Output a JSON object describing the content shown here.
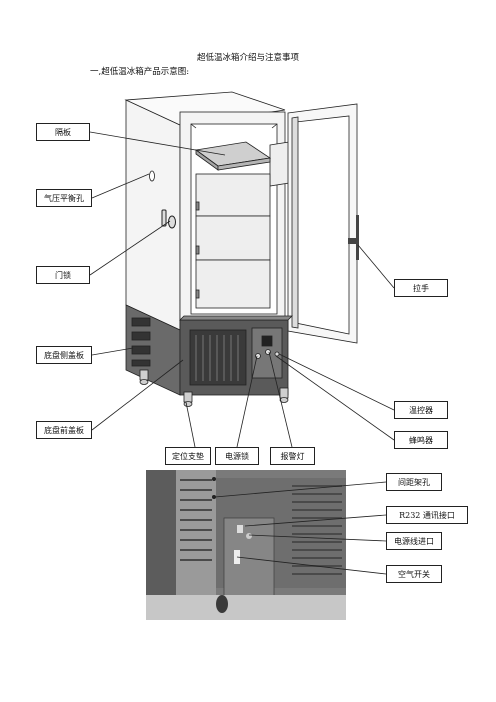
{
  "document": {
    "title": "超低温冰箱介绍与注意事项",
    "section_heading": "一,超低温冰箱产品示意图:"
  },
  "labels": {
    "shelf": "隔板",
    "pressure_hole": "气压平衡孔",
    "door_lock": "门锁",
    "base_side_cover": "底盘侧盖板",
    "base_front_cover": "底盘前盖板",
    "positioning_foot": "定位支垫",
    "power_lock": "电源锁",
    "alarm_light": "报警灯",
    "handle": "拉手",
    "temp_controller": "温控器",
    "buzzer": "蜂鸣器",
    "spacer_hole": "间距架孔",
    "rs232_port": "R232 通讯接口",
    "power_inlet": "电源线进口",
    "air_switch": "空气开关"
  },
  "colors": {
    "outline": "#222222",
    "cabinet_fill": "#f4f4f4",
    "base_fill": "#5a5a5a",
    "photo_fill": "#7a7a7a"
  }
}
